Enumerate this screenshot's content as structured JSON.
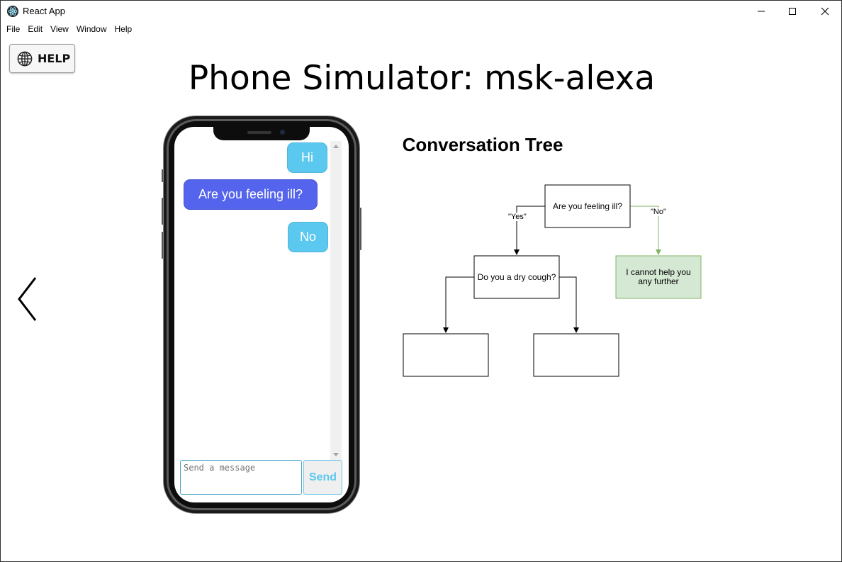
{
  "window": {
    "title": "React App",
    "icon": "electron-icon",
    "controls": [
      "minimize-icon",
      "maximize-icon",
      "close-icon"
    ]
  },
  "menu": {
    "items": [
      {
        "label": "File"
      },
      {
        "label": "Edit"
      },
      {
        "label": "View"
      },
      {
        "label": "Window"
      },
      {
        "label": "Help"
      }
    ]
  },
  "help_button": {
    "label": "HELP",
    "icon": "globe-icon"
  },
  "page": {
    "title": "Phone Simulator: msk-alexa",
    "back_icon": "chevron-left-icon"
  },
  "chat": {
    "messages": [
      {
        "sender": "user",
        "text": "Hi"
      },
      {
        "sender": "bot",
        "text": "Are you feeling ill?"
      },
      {
        "sender": "user",
        "text": "No"
      }
    ],
    "input_placeholder": "Send a message",
    "input_value": "",
    "send_label": "Send",
    "colors": {
      "user_bubble": "#5bc8ef",
      "bot_bubble": "#5464ec"
    }
  },
  "tree": {
    "title": "Conversation Tree",
    "nodes": {
      "root": "Are you feeling ill?",
      "yes_child": "Do you a dry cough?",
      "no_child": "I cannot help you any further",
      "cough_left": "",
      "cough_right": ""
    },
    "edges": {
      "yes_label": "\"Yes\"",
      "no_label": "\"No\""
    },
    "colors": {
      "highlight_fill": "#d5e8d4",
      "highlight_stroke": "#82b366"
    }
  }
}
